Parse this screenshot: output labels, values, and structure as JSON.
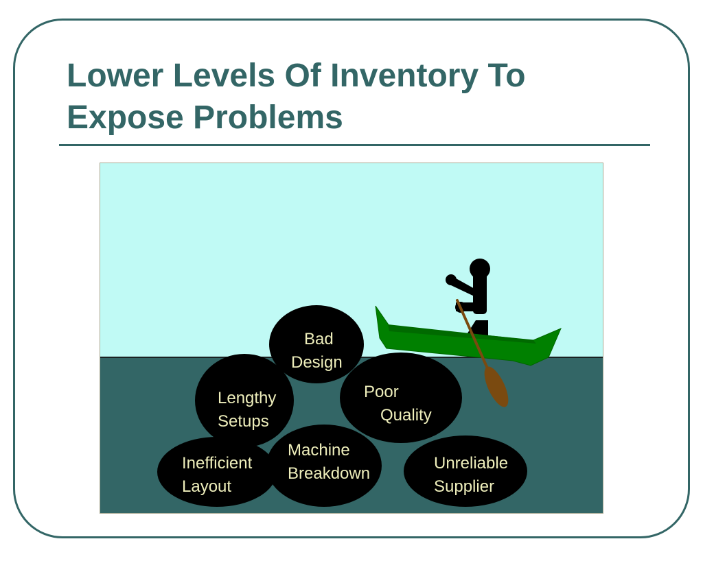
{
  "slide": {
    "title_lines": [
      "Lower Levels Of Inventory To",
      "Expose Problems"
    ]
  },
  "diagram": {
    "colors": {
      "title": "#336666",
      "sky": "#C0FAF5",
      "water": "#336666",
      "rock": "#000000",
      "rock_text": "#EEEEBB",
      "boat": "#008000",
      "paddle": "#7A4A10"
    },
    "rocks": [
      {
        "id": "bad-design",
        "lines": [
          "Bad",
          "Design"
        ]
      },
      {
        "id": "lengthy-setups",
        "lines": [
          "Lengthy",
          "Setups"
        ]
      },
      {
        "id": "poor-quality",
        "lines": [
          "Poor",
          "Quality"
        ]
      },
      {
        "id": "machine-breakdown",
        "lines": [
          "Machine",
          "Breakdown"
        ]
      },
      {
        "id": "inefficient-layout",
        "lines": [
          "Inefficient",
          "Layout"
        ]
      },
      {
        "id": "unreliable-supplier",
        "lines": [
          "Unreliable",
          "Supplier"
        ]
      }
    ],
    "icons": [
      "boat-icon",
      "rower-icon",
      "paddle-icon"
    ]
  }
}
